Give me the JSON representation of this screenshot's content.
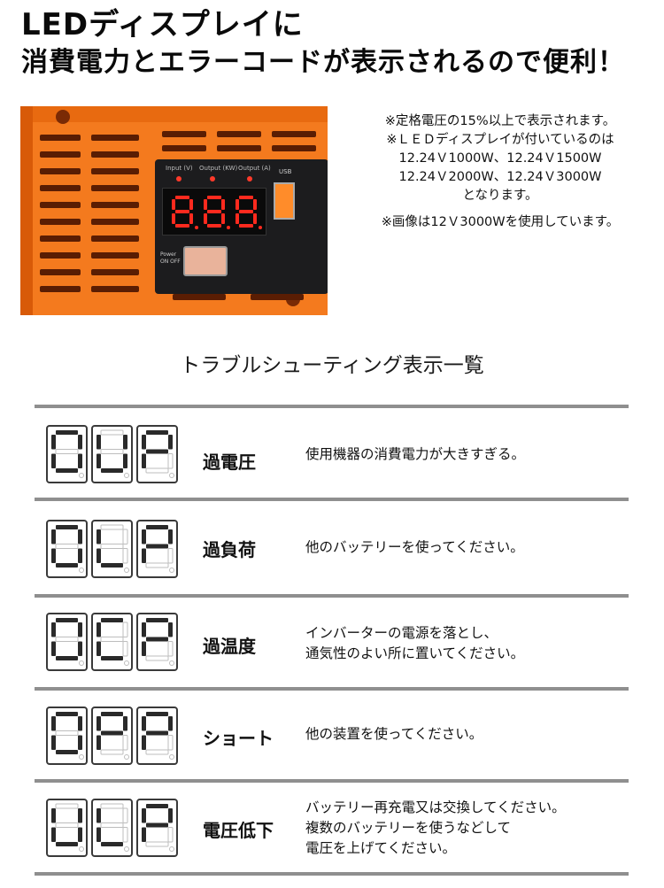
{
  "headline": {
    "line1": "LEDディスプレイに",
    "line2": "消費電力とエラーコードが表示されるので便利！"
  },
  "photo": {
    "labels": [
      "Input (V)",
      "Output (KW)",
      "Output (A)"
    ],
    "display_value": "8.8.8.",
    "usb_label": "USB",
    "power_label": "Power",
    "power_states": "ON OFF",
    "body_color": "#f47a1e"
  },
  "notes": {
    "line1": "※定格電圧の15%以上で表示されます。",
    "line2": "※ＬＥＤディスプレイが付いているのは",
    "line3": "12.24Ｖ1000W、12.24Ｖ1500W",
    "line4": "12.24Ｖ2000W、12.24Ｖ3000W",
    "line5": "となります。",
    "line6": "※画像は12Ｖ3000Wを使用しています。"
  },
  "troubleshooting": {
    "title": "トラブルシューティング表示一覧",
    "rows": [
      {
        "code": [
          "O",
          "U",
          "P"
        ],
        "label": "過電圧",
        "desc": [
          "使用機器の消費電力が大きすぎる。"
        ]
      },
      {
        "code": [
          "O",
          "L",
          "P"
        ],
        "label": "過負荷",
        "desc": [
          "他のバッテリーを使ってください。"
        ]
      },
      {
        "code": [
          "O",
          "C",
          "P"
        ],
        "label": "過温度",
        "desc": [
          "インバーターの電源を落とし、",
          "通気性のよい所に置いてください。"
        ]
      },
      {
        "code": [
          "O",
          "P",
          "P"
        ],
        "label": "ショート",
        "desc": [
          "他の装置を使ってください。"
        ]
      },
      {
        "code": [
          "U",
          "L",
          "P"
        ],
        "label": "電圧低下",
        "desc": [
          "バッテリー再充電又は交換してください。",
          "複数のバッテリーを使うなどして",
          "電圧を上げてください。"
        ]
      }
    ]
  },
  "colors": {
    "segment_on": "#2a2a2a",
    "segment_off": "#bdbdbd",
    "rule": "#8f8f8f"
  }
}
